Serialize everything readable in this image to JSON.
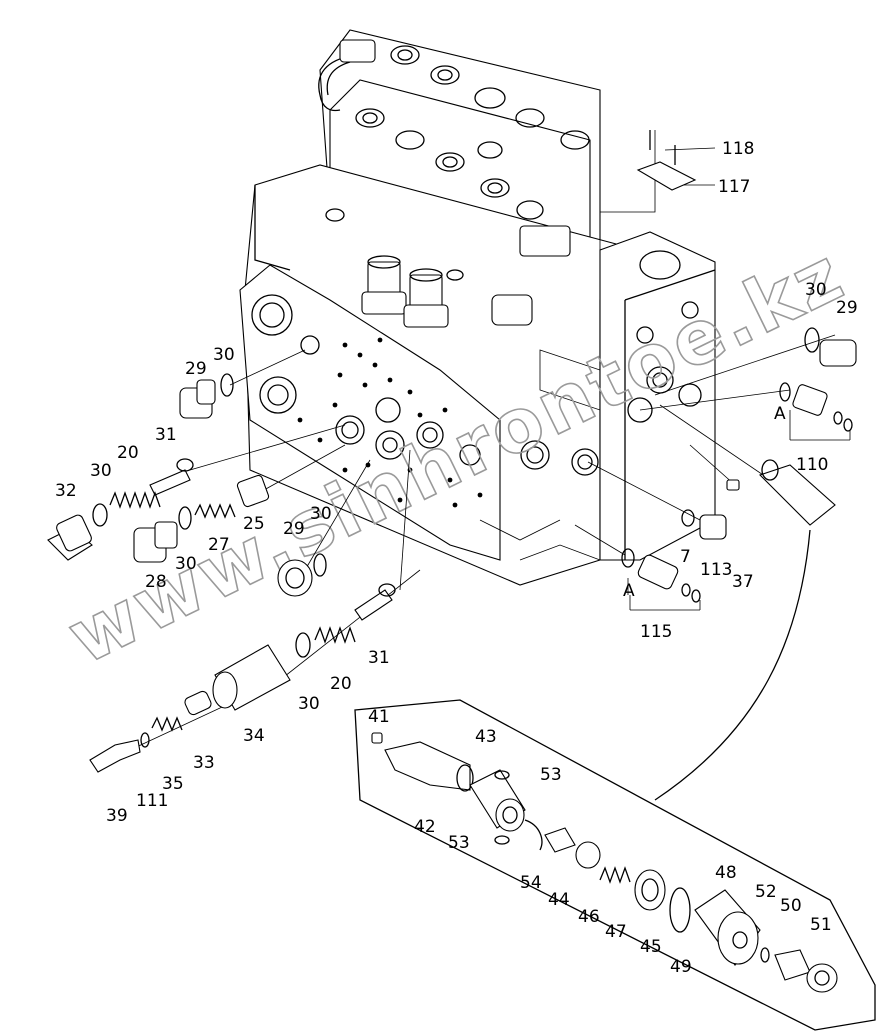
{
  "watermark": "www.sinhrontoe.kz",
  "labels": {
    "l118": "118",
    "l117": "117",
    "l30a": "30",
    "l29a": "29",
    "l29b": "29",
    "l30b": "30",
    "l31a": "31",
    "l20a": "20",
    "l30c": "30",
    "l32": "32",
    "l27": "27",
    "l25": "25",
    "l28": "28",
    "l30d": "30",
    "l29c": "29",
    "l30e": "30",
    "l110": "110",
    "lA1": "A",
    "l7": "7",
    "l113": "113",
    "l37": "37",
    "lA2": "A",
    "l115": "115",
    "l31b": "31",
    "l20b": "20",
    "l30f": "30",
    "l34": "34",
    "l33": "33",
    "l35": "35",
    "l111": "111",
    "l39": "39",
    "l41": "41",
    "l43": "43",
    "l53a": "53",
    "l42": "42",
    "l53b": "53",
    "l54": "54",
    "l44": "44",
    "l46": "46",
    "l47": "47",
    "l45": "45",
    "l49": "49",
    "l48": "48",
    "l52": "52",
    "l50": "50",
    "l51": "51"
  }
}
